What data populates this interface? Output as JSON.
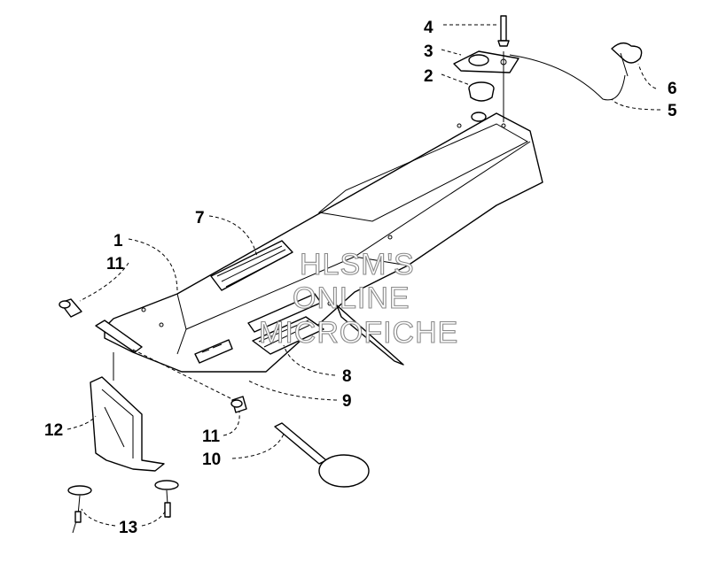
{
  "callouts": {
    "c1": "1",
    "c2": "2",
    "c3": "3",
    "c4": "4",
    "c5": "5",
    "c6": "6",
    "c7": "7",
    "c8": "8",
    "c9": "9",
    "c10": "10",
    "c11a": "11",
    "c11b": "11",
    "c12": "12",
    "c13": "13"
  },
  "watermark": {
    "line1": "HLSM'S",
    "line2": "ONLINE",
    "line3": "MICROFICHE"
  }
}
